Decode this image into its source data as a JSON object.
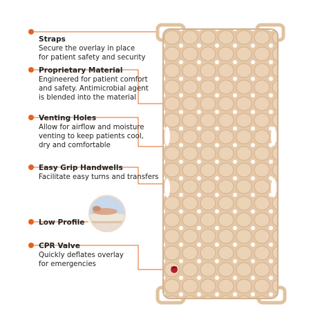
{
  "accent_color": "#e8601c",
  "mattress_color": "#e5c8a8",
  "features": [
    {
      "title": "Straps",
      "description": "Secure the overlay in place\nfor patient safety and security"
    },
    {
      "title": "Proprietary Material",
      "description": "Engineered for patient comfort\nand safety. Antimicrobial agent\nis blended into the material"
    },
    {
      "title": "Venting Holes",
      "description": "Allow for airflow and moisture\nventing to keep patients cool,\ndry and comfortable"
    },
    {
      "title": "Easy Grip Handwells",
      "description": "Facilitate easy turns and transfers"
    },
    {
      "title": "Low Profile",
      "description": ""
    },
    {
      "title": "CPR Valve",
      "description": "Quickly deflates overlay\nfor emergencies"
    }
  ]
}
